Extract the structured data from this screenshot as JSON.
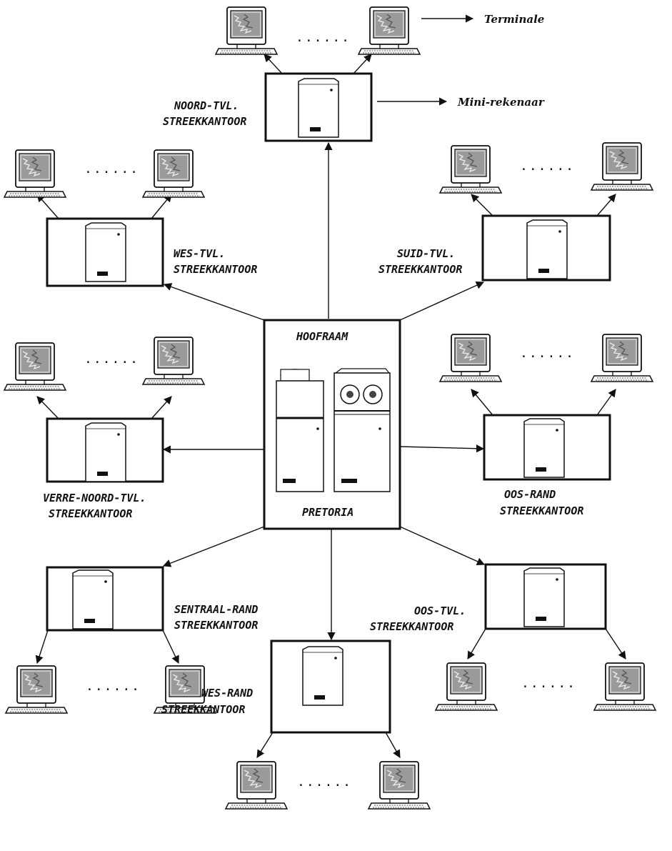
{
  "legend": {
    "terminal": "Terminale",
    "minicomputer": "Mini-rekenaar"
  },
  "hub": {
    "title": "HOOFRAAM",
    "location": "PRETORIA"
  },
  "ellipsis": "......",
  "offices": [
    {
      "id": "noord-tvl",
      "line1": "NOORD-TVL.",
      "line2": "STREEKKANTOOR"
    },
    {
      "id": "wes-tvl",
      "line1": "WES-TVL.",
      "line2": "STREEKKANTOOR"
    },
    {
      "id": "suid-tvl",
      "line1": "SUID-TVL.",
      "line2": "STREEKKANTOOR"
    },
    {
      "id": "verre-noord-tvl",
      "line1": "VERRE-NOORD-TVL.",
      "line2": "STREEKKANTOOR"
    },
    {
      "id": "oos-rand",
      "line1": "OOS-RAND",
      "line2": "STREEKKANTOOR"
    },
    {
      "id": "sentraal-rand",
      "line1": "SENTRAAL-RAND",
      "line2": "STREEKKANTOOR"
    },
    {
      "id": "oos-tvl",
      "line1": "OOS-TVL.",
      "line2": "STREEKKANTOOR"
    },
    {
      "id": "wes-rand",
      "line1": "WES-RAND",
      "line2": "STREEKKANTOOR"
    }
  ]
}
